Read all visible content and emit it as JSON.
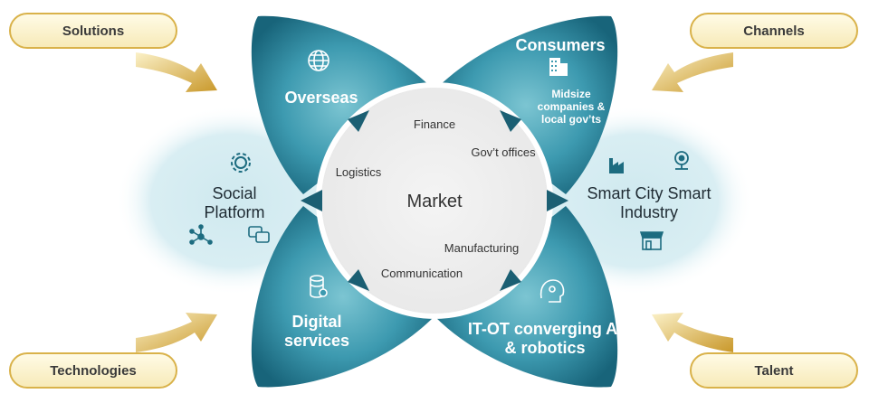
{
  "pills": {
    "solutions": "Solutions",
    "channels": "Channels",
    "technologies": "Technologies",
    "talent": "Talent"
  },
  "petals": {
    "overseas": "Overseas",
    "consumers": "Consumers",
    "consumers_sub": "Midsize companies & local gov’ts",
    "digital_services": "Digital services",
    "itot": "IT-OT converging AI & robotics"
  },
  "sides": {
    "social_platform": "Social Platform",
    "smart_city": "Smart City Smart Industry"
  },
  "center": {
    "market": "Market",
    "finance": "Finance",
    "govt_offices": "Gov’t offices",
    "logistics": "Logistics",
    "manufacturing": "Manufacturing",
    "communication": "Communication"
  },
  "colors": {
    "petal_dark": "#1b6f85",
    "petal_light": "#4fa9bb",
    "glow": "#bfe2ea",
    "pill_border": "#d9b24a",
    "arrow_gold": "#d8b44a"
  },
  "icons": [
    "globe-icon",
    "building-icon",
    "gear-icon",
    "network-icon",
    "chat-icon",
    "database-icon",
    "factory-icon",
    "camera-icon",
    "store-icon",
    "ai-head-icon"
  ]
}
